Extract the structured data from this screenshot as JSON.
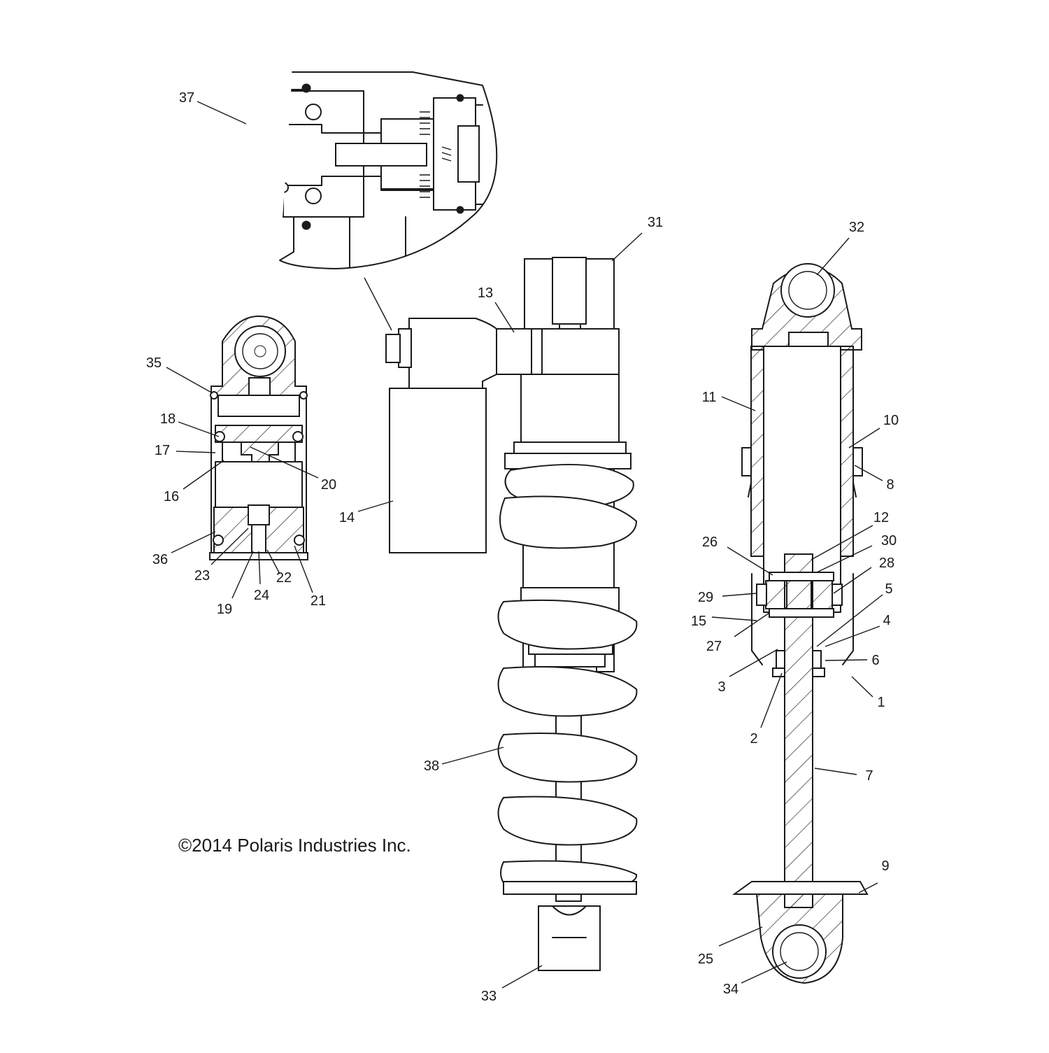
{
  "copyright": "©2014 Polaris Industries Inc.",
  "callouts": [
    {
      "id": "1"
    },
    {
      "id": "2"
    },
    {
      "id": "3"
    },
    {
      "id": "4"
    },
    {
      "id": "5"
    },
    {
      "id": "6"
    },
    {
      "id": "7"
    },
    {
      "id": "8"
    },
    {
      "id": "9"
    },
    {
      "id": "10"
    },
    {
      "id": "11"
    },
    {
      "id": "12"
    },
    {
      "id": "13"
    },
    {
      "id": "14"
    },
    {
      "id": "15"
    },
    {
      "id": "16"
    },
    {
      "id": "17"
    },
    {
      "id": "18"
    },
    {
      "id": "19"
    },
    {
      "id": "20"
    },
    {
      "id": "21"
    },
    {
      "id": "22"
    },
    {
      "id": "23"
    },
    {
      "id": "24"
    },
    {
      "id": "25"
    },
    {
      "id": "26"
    },
    {
      "id": "27"
    },
    {
      "id": "28"
    },
    {
      "id": "29"
    },
    {
      "id": "30"
    },
    {
      "id": "31"
    },
    {
      "id": "32"
    },
    {
      "id": "33"
    },
    {
      "id": "34"
    },
    {
      "id": "35"
    },
    {
      "id": "36"
    },
    {
      "id": "37"
    },
    {
      "id": "38"
    }
  ]
}
